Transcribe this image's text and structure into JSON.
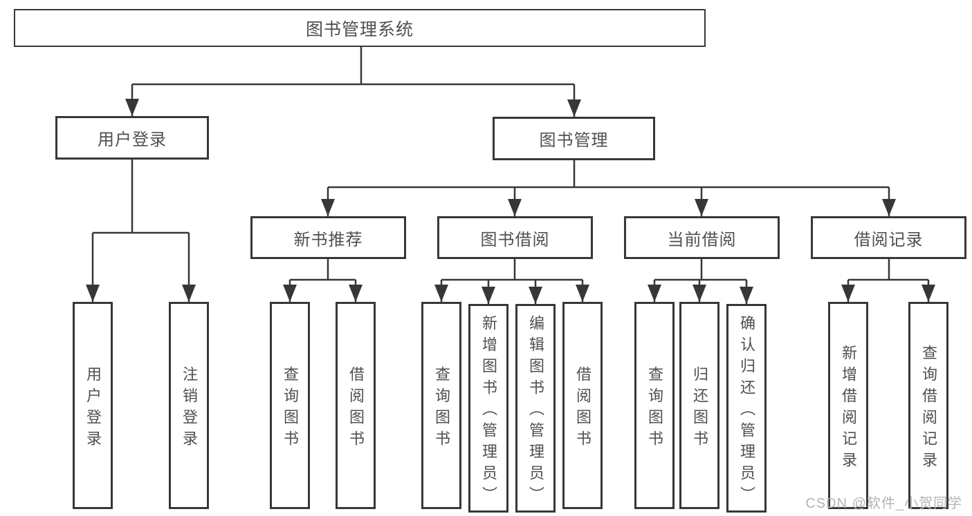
{
  "diagram": {
    "root": {
      "label": "图书管理系统"
    },
    "level2": [
      {
        "label": "用户登录"
      },
      {
        "label": "图书管理"
      }
    ],
    "level3": [
      {
        "label": "新书推荐"
      },
      {
        "label": "图书借阅"
      },
      {
        "label": "当前借阅"
      },
      {
        "label": "借阅记录"
      }
    ],
    "leaves": [
      {
        "label": "用户登录"
      },
      {
        "label": "注销登录"
      },
      {
        "label": "查询图书"
      },
      {
        "label": "借阅图书"
      },
      {
        "label": "查询图书"
      },
      {
        "label": "新增图书（管理员）"
      },
      {
        "label": "编辑图书（管理员）"
      },
      {
        "label": "借阅图书"
      },
      {
        "label": "查询图书"
      },
      {
        "label": "归还图书"
      },
      {
        "label": "确认归还（管理员）"
      },
      {
        "label": "新增借阅记录"
      },
      {
        "label": "查询借阅记录"
      }
    ]
  },
  "watermark": {
    "text": "CSDN @软件_小贺同学"
  },
  "colors": {
    "line": "#373737",
    "text": "#4f4f4f",
    "watermark": "#b4b4b4",
    "background": "#ffffff"
  }
}
